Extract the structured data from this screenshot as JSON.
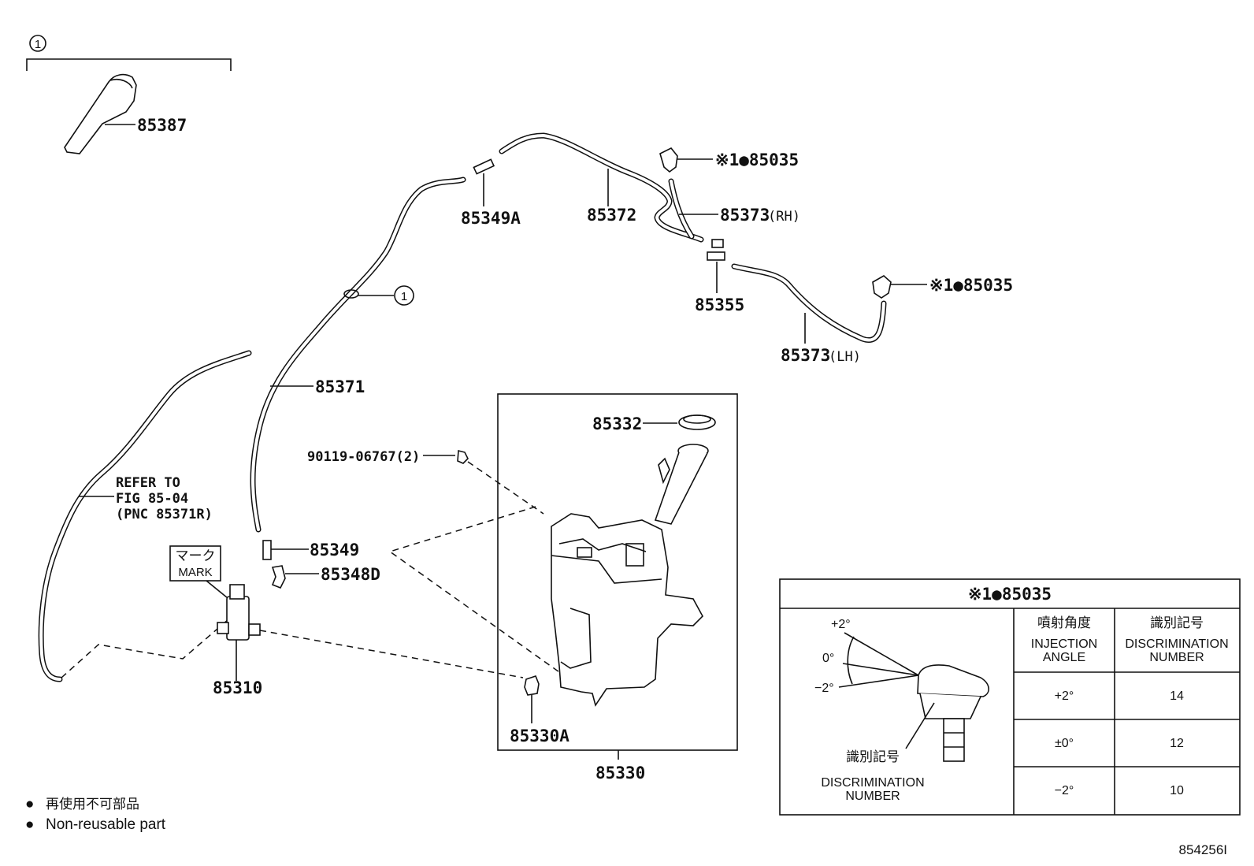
{
  "diagram": {
    "figure_id": "854256I",
    "callout_symbol": "1",
    "parts": {
      "p85387": "85387",
      "p85349A": "85349A",
      "p85372": "85372",
      "p85035_top": "※1●85035",
      "p85373_num": "85373",
      "p85373_rh": "(RH)",
      "p85355": "85355",
      "p85035_right": "※1●85035",
      "p85373_lh": "(LH)",
      "p85371": "85371",
      "p85332": "85332",
      "p90119": "90119-06767(2)",
      "p85349": "85349",
      "p85348D": "85348D",
      "p85310": "85310",
      "p85330A": "85330A",
      "p85330": "85330"
    },
    "refer_note": [
      "REFER TO",
      "FIG 85-04",
      "(PNC 85371R)"
    ],
    "mark_label": {
      "jp": "マーク",
      "en": "MARK"
    },
    "legend": {
      "jp": "再使用不可部品",
      "en": "Non-reusable part",
      "bullet": "●"
    },
    "nozzle_table": {
      "title": "※1●85035",
      "angles": {
        "plus": "+2°",
        "zero": "0°",
        "minus": "−2°"
      },
      "disc_jp": "識別記号",
      "disc_en_1": "DISCRIMINATION",
      "disc_en_2": "NUMBER",
      "col_headers": [
        {
          "jp": "噴射角度",
          "en1": "INJECTION",
          "en2": "ANGLE"
        },
        {
          "jp": "識別記号",
          "en1": "DISCRIMINATION",
          "en2": "NUMBER"
        }
      ],
      "rows": [
        {
          "angle": "+2°",
          "number": "14"
        },
        {
          "angle": "±0°",
          "number": "12"
        },
        {
          "angle": "−2°",
          "number": "10"
        }
      ]
    }
  }
}
